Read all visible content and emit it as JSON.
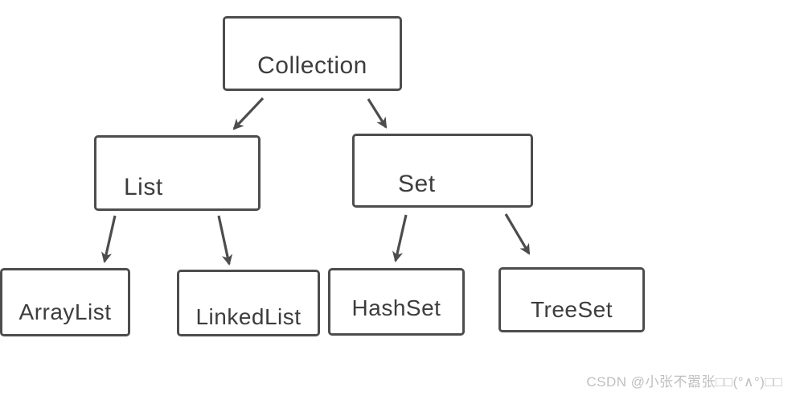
{
  "diagram": {
    "type": "hierarchy",
    "nodes": [
      {
        "id": "collection",
        "label": "Collection"
      },
      {
        "id": "list",
        "label": "List"
      },
      {
        "id": "set",
        "label": "Set"
      },
      {
        "id": "arraylist",
        "label": "ArrayList"
      },
      {
        "id": "linkedlist",
        "label": "LinkedList"
      },
      {
        "id": "hashset",
        "label": "HashSet"
      },
      {
        "id": "treeset",
        "label": "TreeSet"
      }
    ],
    "edges": [
      {
        "from": "Collection",
        "to": "List"
      },
      {
        "from": "Collection",
        "to": "Set"
      },
      {
        "from": "List",
        "to": "ArrayList"
      },
      {
        "from": "List",
        "to": "LinkedList"
      },
      {
        "from": "Set",
        "to": "HashSet"
      },
      {
        "from": "Set",
        "to": "TreeSet"
      }
    ],
    "colors": {
      "background": "#ffffff",
      "box_border": "#4d4d4d",
      "box_fill": "#ffffff",
      "text": "#3d3d3d",
      "arrow": "#4d4d4d",
      "watermark": "#bfbfbf"
    }
  },
  "watermark": {
    "text": "CSDN @小张不嚣张□□(°∧°)□□"
  }
}
